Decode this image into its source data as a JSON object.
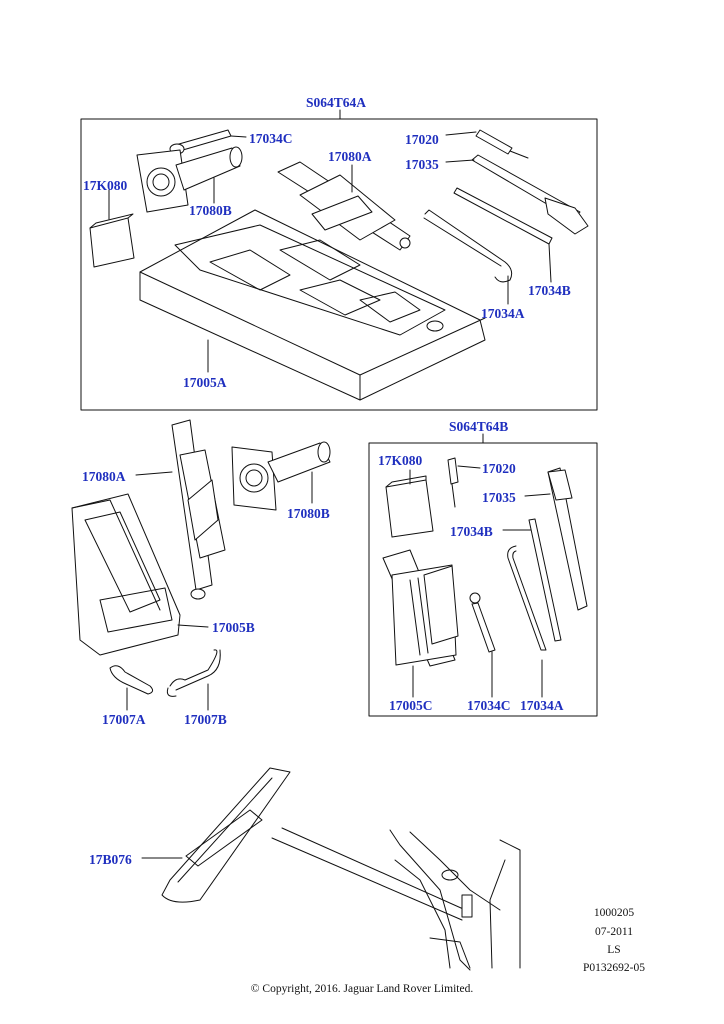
{
  "kit_a": {
    "title": "S064T64A",
    "labels": {
      "p17034C": "17034C",
      "p17080A": "17080A",
      "p17K080": "17K080",
      "p17080B": "17080B",
      "p17020": "17020",
      "p17035": "17035",
      "p17034B": "17034B",
      "p17034A": "17034A",
      "p17005A": "17005A"
    }
  },
  "kit_b": {
    "title": "S064T64B",
    "labels": {
      "p17K080": "17K080",
      "p17020": "17020",
      "p17035": "17035",
      "p17034B": "17034B",
      "p17005C": "17005C",
      "p17034C": "17034C",
      "p17034A": "17034A"
    }
  },
  "loose_parts": {
    "p17080A": "17080A",
    "p17080B": "17080B",
    "p17005B": "17005B",
    "p17007A": "17007A",
    "p17007B": "17007B",
    "p17B076": "17B076"
  },
  "reference": {
    "line1": "1000205",
    "line2": "07-2011",
    "line3": "LS",
    "line4": "P0132692-05"
  },
  "copyright": "© Copyright, 2016. Jaguar Land Rover Limited.",
  "colors": {
    "label": "#1f2fbf",
    "line": "#111111",
    "fill": "#ffffff",
    "shade": "#d9d9d9"
  }
}
